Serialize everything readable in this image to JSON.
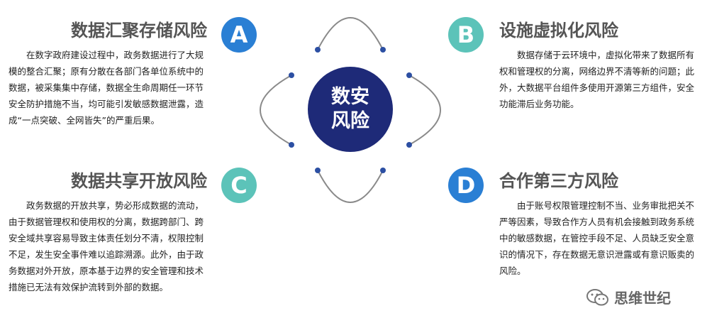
{
  "center": {
    "line1": "数安",
    "line2": "风险"
  },
  "badges": {
    "a": {
      "letter": "A",
      "color": "#2a7fd4"
    },
    "b": {
      "letter": "B",
      "color": "#5cc3b9"
    },
    "c": {
      "letter": "C",
      "color": "#5cc3b9"
    },
    "d": {
      "letter": "D",
      "color": "#2a7fd4"
    }
  },
  "sections": {
    "a": {
      "title": "数据汇聚存储风险",
      "text": "在数字政府建设过程中，政务数据进行了大规模的整合汇聚；原有分散在各部门各单位系统中的数据，被采集集中存储，数据全生命周期任一环节安全防护措施不当，均可能引发敏感数据泄露，造成“一点突破、全网皆失”的严重后果。"
    },
    "b": {
      "title": "设施虚拟化风险",
      "text": "数据存储于云环境中，虚拟化带来了数据所有权和管理权的分离，网络边界不清等新的问题；此外，大数据平台组件多使用开源第三方组件，安全功能滞后业务功能。"
    },
    "c": {
      "title": "数据共享开放风险",
      "text": "政务数据的开放共享，势必形成数据的流动，由于数据管理权和使用权的分离，数据跨部门、跨安全域共享容易导致主体责任划分不清，权限控制不足，发生安全事件难以追踪溯源。此外，由于政务数据对外开放，原本基于边界的安全管理和技术措施已无法有效保护流转到外部的数据。"
    },
    "d": {
      "title": "合作第三方风险",
      "text": "由于账号权限管理控制不当、业务审批把关不严等因素，导致合作方人员有机会接触到政务系统中的敏感数据，在管控手段不足、人员缺乏安全意识的情况下，存在数据无意识泄露或有意识贩卖的风险。"
    }
  },
  "watermark": {
    "text": "思维世纪",
    "icon": "wechat-icon"
  },
  "colors": {
    "center": "#1e2a78",
    "arc": "#888888",
    "dot": "#2c4fa3"
  }
}
